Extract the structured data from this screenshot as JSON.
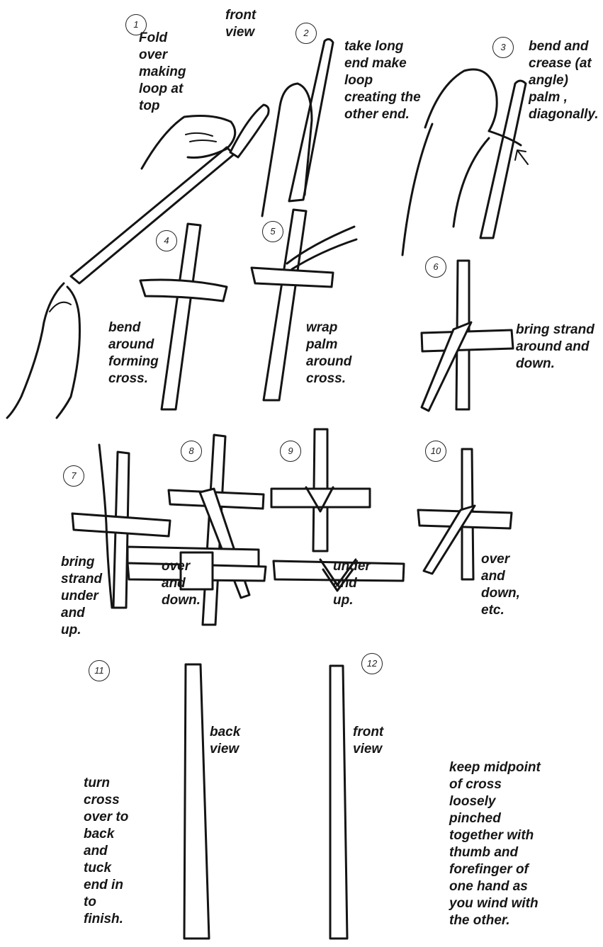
{
  "steps": [
    {
      "num": "1",
      "lines": [
        "Fold",
        "over",
        "making",
        "loop at",
        "top"
      ]
    },
    {
      "num": "2",
      "lines": [
        "take long",
        "end make",
        "loop",
        "creating the",
        "other end."
      ]
    },
    {
      "num": "3",
      "lines": [
        "bend and",
        "crease (at",
        "angle)",
        "palm ,",
        "diagonally."
      ]
    },
    {
      "num": "4",
      "lines": [
        "bend",
        "around",
        "forming",
        "cross."
      ]
    },
    {
      "num": "5",
      "lines": [
        "wrap",
        "palm",
        "around",
        "cross."
      ]
    },
    {
      "num": "6",
      "lines": [
        "bring strand",
        "around and",
        "down."
      ]
    },
    {
      "num": "7",
      "lines": [
        "bring",
        "strand",
        "under",
        "and",
        "up."
      ]
    },
    {
      "num": "8",
      "lines": [
        "over",
        "and",
        "down."
      ]
    },
    {
      "num": "9",
      "lines": [
        "under",
        "and",
        "up."
      ]
    },
    {
      "num": "10",
      "lines": [
        "over",
        "and",
        "down,",
        "etc."
      ]
    },
    {
      "num": "11",
      "lines": [
        "turn",
        "cross",
        "over to",
        "back",
        "and",
        "tuck",
        "end in",
        "to",
        "finish."
      ]
    },
    {
      "num": "12",
      "lines": []
    }
  ],
  "view_labels": {
    "front_top": [
      "front",
      "view"
    ],
    "back_bottom": [
      "back",
      "view"
    ],
    "front_bottom": [
      "front",
      "view"
    ]
  },
  "tip": [
    "keep midpoint",
    "of cross",
    "loosely",
    "pinched",
    "together with",
    "thumb and",
    "forefinger of",
    "one hand as",
    "you wind with",
    "the other."
  ]
}
